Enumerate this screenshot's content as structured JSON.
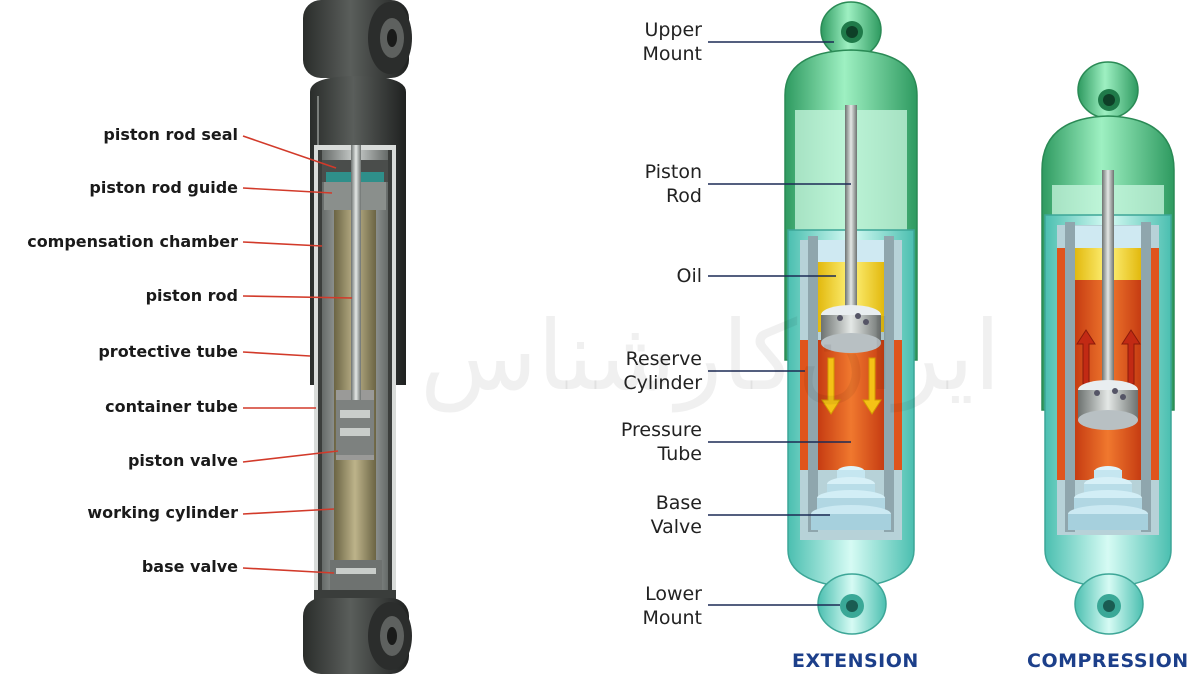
{
  "left_labels": [
    "piston rod seal",
    "piston rod guide",
    "compensation chamber",
    "piston rod",
    "protective tube",
    "container tube",
    "piston valve",
    "working cylinder",
    "base valve"
  ],
  "right_labels": {
    "upper_mount": [
      "Upper",
      "Mount"
    ],
    "piston_rod": [
      "Piston",
      "Rod"
    ],
    "oil": [
      "Oil"
    ],
    "reserve_cylinder": [
      "Reserve",
      "Cylinder"
    ],
    "pressure_tube": [
      "Pressure",
      "Tube"
    ],
    "base_valve": [
      "Base",
      "Valve"
    ],
    "lower_mount": [
      "Lower",
      "Mount"
    ]
  },
  "captions": {
    "extension": "EXTENSION",
    "compression": "COMPRESSION"
  },
  "watermark": "ایران‌کارشناس",
  "colors": {
    "label_line_left": "#d23a2a",
    "label_line_right": "#1c2a55",
    "caption": "#1c3f8a",
    "shell_green": "#3fbf7a",
    "oil_yellow": "#f2d21b",
    "pressure_orange": "#e0541c",
    "mount_teal": "#6fd6c8"
  }
}
